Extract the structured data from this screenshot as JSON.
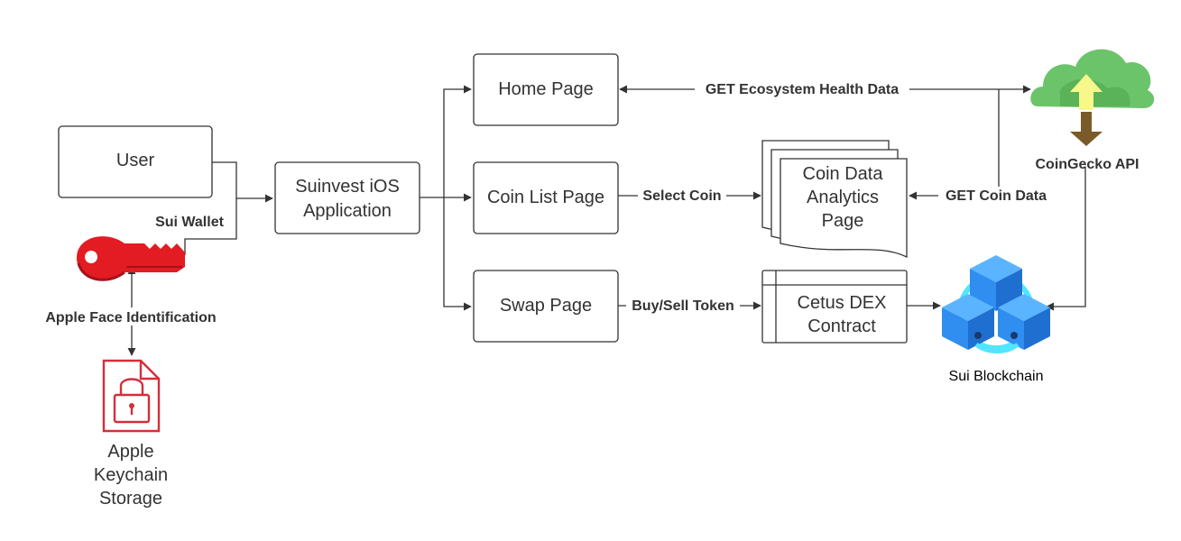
{
  "nodes": {
    "user": "User",
    "app_line1": "Suinvest iOS",
    "app_line2": "Application",
    "home": "Home Page",
    "coin_list": "Coin List Page",
    "swap": "Swap Page",
    "analytics_line1": "Coin Data",
    "analytics_line2": "Analytics",
    "analytics_line3": "Page",
    "cetus_line1": "Cetus DEX",
    "cetus_line2": "Contract",
    "coingecko": "CoinGecko API",
    "sui_blockchain": "Sui Blockchain",
    "keychain_line1": "Apple",
    "keychain_line2": "Keychain",
    "keychain_line3": "Storage"
  },
  "edges": {
    "sui_wallet": "Sui Wallet",
    "face_id": "Apple Face Identification",
    "get_health": "GET Ecosystem Health Data",
    "select_coin": "Select Coin",
    "get_coin_data": "GET Coin Data",
    "buy_sell": "Buy/Sell Token"
  },
  "colors": {
    "line": "#333333",
    "key_red": "#e31b23",
    "keychain_red": "#d32f3a",
    "cloud_green": "#6cc46a",
    "arrow_yellow": "#f7f78a",
    "arrow_brown": "#7a5a28",
    "cube_blue": "#2f8ef0",
    "ring_cyan": "#52e5ff"
  },
  "icons": {
    "key": "key-icon",
    "keychain": "lock-file-icon",
    "cloud": "cloud-icon",
    "blockchain": "blockchain-cubes-icon"
  }
}
